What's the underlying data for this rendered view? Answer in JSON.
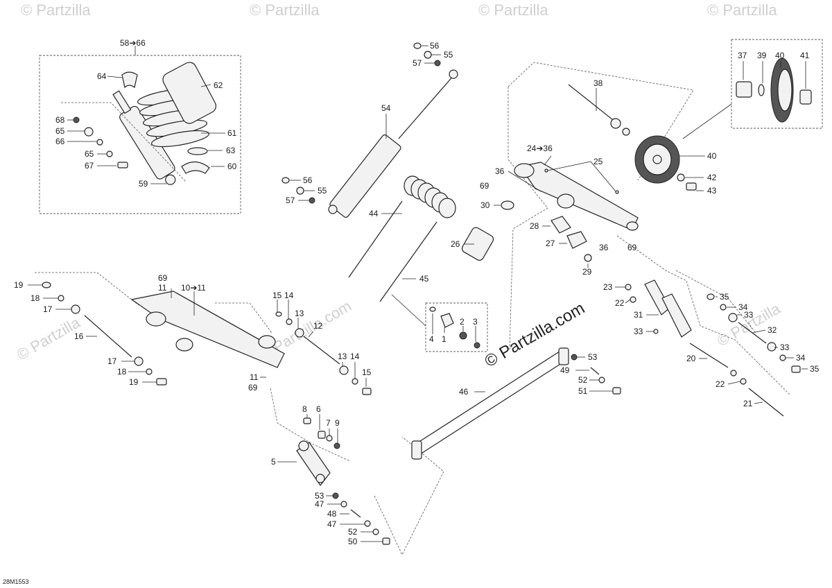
{
  "watermarks": {
    "corner_text": "© Partzilla",
    "center_text": "© Partzilla.com"
  },
  "figure_ref": "28M1553",
  "callouts": {
    "c58_66": "58➔66",
    "c64": "64",
    "c62": "62",
    "c68": "68",
    "c65a": "65",
    "c66": "66",
    "c61": "61",
    "c65b": "65",
    "c63": "63",
    "c67": "67",
    "c60": "60",
    "c59": "59",
    "c56a": "56",
    "c55a": "55",
    "c57a": "57",
    "c54": "54",
    "c56b": "56",
    "c55b": "55",
    "c57b": "57",
    "c44": "44",
    "c26": "26",
    "c45": "45",
    "c38": "38",
    "c24_36": "24➔36",
    "c25": "25",
    "c36a": "36",
    "c69a": "69",
    "c30": "30",
    "c28": "28",
    "c27": "27",
    "c36b": "36",
    "c69b": "69",
    "c29": "29",
    "c37": "37",
    "c39": "39",
    "c40a": "40",
    "c41": "41",
    "c40b": "40",
    "c42": "42",
    "c43": "43",
    "c19a": "19",
    "c18a": "18",
    "c17a": "17",
    "c16": "16",
    "c17b": "17",
    "c18b": "18",
    "c19b": "19",
    "c69c": "69",
    "c11a": "11",
    "c10_11": "10➔11",
    "c11b": "11",
    "c69d": "69",
    "c15a": "15",
    "c14a": "14",
    "c13a": "13",
    "c12": "12",
    "c13b": "13",
    "c14b": "14",
    "c15b": "15",
    "c4": "4",
    "c1": "1",
    "c2": "2",
    "c3": "3",
    "c8": "8",
    "c6": "6",
    "c7": "7",
    "c9": "9",
    "c5": "5",
    "c53a": "53",
    "c47a": "47",
    "c48": "48",
    "c47b": "47",
    "c52a": "52",
    "c50": "50",
    "c46": "46",
    "c53b": "53",
    "c49": "49",
    "c52b": "52",
    "c51": "51",
    "c23": "23",
    "c22a": "22",
    "c31": "31",
    "c33a": "33",
    "c35a": "35",
    "c34a": "34",
    "c33b": "33",
    "c32": "32",
    "c33c": "33",
    "c34b": "34",
    "c35b": "35",
    "c20": "20",
    "c22b": "22",
    "c21": "21"
  }
}
